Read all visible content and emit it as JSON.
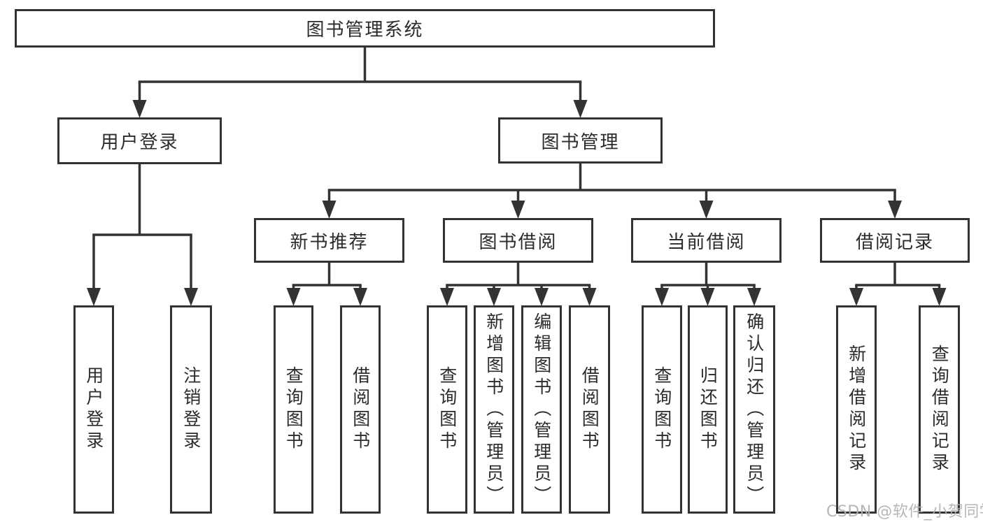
{
  "diagram": {
    "title": "图书管理系统",
    "nodes": [
      {
        "id": "root",
        "label": "图书管理系统"
      },
      {
        "id": "user-login",
        "label": "用户登录"
      },
      {
        "id": "book-management",
        "label": "图书管理"
      },
      {
        "id": "new-book-recommend",
        "label": "新书推荐"
      },
      {
        "id": "book-borrowing",
        "label": "图书借阅"
      },
      {
        "id": "current-borrowing",
        "label": "当前借阅"
      },
      {
        "id": "borrowing-records",
        "label": "借阅记录"
      },
      {
        "id": "leaf-user-login",
        "label": "用户登录"
      },
      {
        "id": "leaf-logout",
        "label": "注销登录"
      },
      {
        "id": "leaf-nb-query-books",
        "label": "查询图书"
      },
      {
        "id": "leaf-nb-borrow-books",
        "label": "借阅图书"
      },
      {
        "id": "leaf-bb-query-books",
        "label": "查询图书"
      },
      {
        "id": "leaf-bb-add-books",
        "label": "新增图书（管理员）"
      },
      {
        "id": "leaf-bb-edit-books",
        "label": "编辑图书（管理员）"
      },
      {
        "id": "leaf-bb-borrow-books",
        "label": "借阅图书"
      },
      {
        "id": "leaf-cb-query-books",
        "label": "查询图书"
      },
      {
        "id": "leaf-cb-return-books",
        "label": "归还图书"
      },
      {
        "id": "leaf-cb-confirm-return",
        "label": "确认归还（管理员）"
      },
      {
        "id": "leaf-br-add-record",
        "label": "新增借阅记录"
      },
      {
        "id": "leaf-br-query-record",
        "label": "查询借阅记录"
      }
    ],
    "edges": [
      {
        "from": "root",
        "to": [
          "user-login",
          "book-management"
        ]
      },
      {
        "from": "user-login",
        "to": [
          "leaf-user-login",
          "leaf-logout"
        ]
      },
      {
        "from": "book-management",
        "to": [
          "new-book-recommend",
          "book-borrowing",
          "current-borrowing",
          "borrowing-records"
        ]
      },
      {
        "from": "new-book-recommend",
        "to": [
          "leaf-nb-query-books",
          "leaf-nb-borrow-books"
        ]
      },
      {
        "from": "book-borrowing",
        "to": [
          "leaf-bb-query-books",
          "leaf-bb-add-books",
          "leaf-bb-edit-books",
          "leaf-bb-borrow-books"
        ]
      },
      {
        "from": "current-borrowing",
        "to": [
          "leaf-cb-query-books",
          "leaf-cb-return-books",
          "leaf-cb-confirm-return"
        ]
      },
      {
        "from": "borrowing-records",
        "to": [
          "leaf-br-add-record",
          "leaf-br-query-record"
        ]
      }
    ]
  },
  "watermark": {
    "text": "CSDN @软件_小贺同学"
  },
  "colors": {
    "line": "#333333",
    "box_border": "#333333",
    "text": "#2b2b2b",
    "watermark": "#b0b0b0",
    "background": "#ffffff"
  }
}
